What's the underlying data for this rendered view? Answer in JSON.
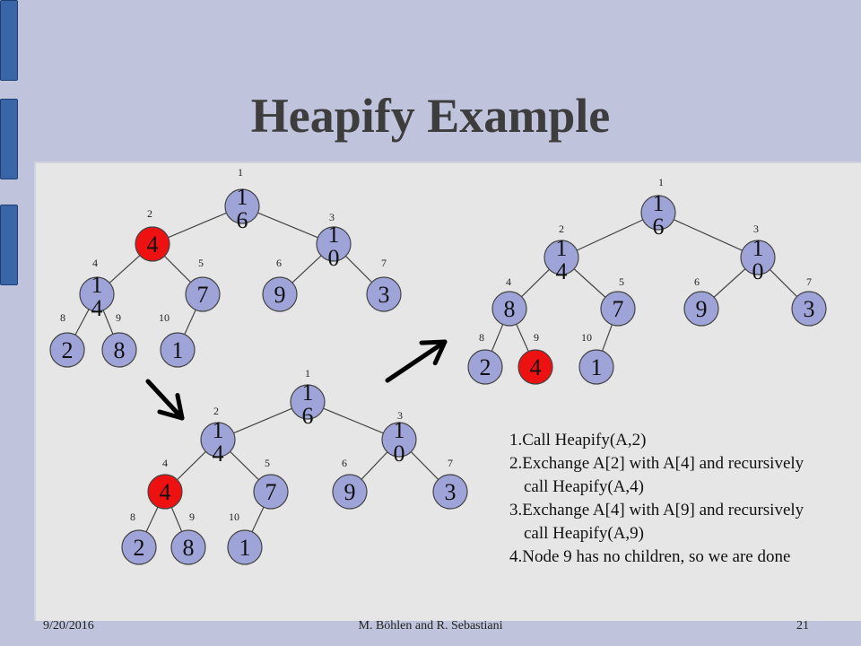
{
  "slide": {
    "title": "Heapify Example",
    "date": "9/20/2016",
    "authors": "M. Böhlen and R. Sebastiani",
    "page_number": "21",
    "colors": {
      "background": "#bfc3dc",
      "panel": "#e6e6e6",
      "node": "#9fa4d8",
      "highlight": "#ee1111",
      "title": "#3d3d3d"
    }
  },
  "steps": [
    "1.Call Heapify(A,2)",
    "2.Exchange A[2] with A[4] and recursively call Heapify(A,4)",
    "3.Exchange A[4] with A[9] and recursively call Heapify(A,9)",
    "4.Node 9 has no children, so we are done"
  ],
  "trees": [
    {
      "name": "initial",
      "nodes": [
        {
          "index": "1",
          "value": "16",
          "highlight": false
        },
        {
          "index": "2",
          "value": "4",
          "highlight": true
        },
        {
          "index": "3",
          "value": "10",
          "highlight": false
        },
        {
          "index": "4",
          "value": "14",
          "highlight": false
        },
        {
          "index": "5",
          "value": "7",
          "highlight": false
        },
        {
          "index": "6",
          "value": "9",
          "highlight": false
        },
        {
          "index": "7",
          "value": "3",
          "highlight": false
        },
        {
          "index": "8",
          "value": "2",
          "highlight": false
        },
        {
          "index": "9",
          "value": "8",
          "highlight": false
        },
        {
          "index": "10",
          "value": "1",
          "highlight": false
        }
      ]
    },
    {
      "name": "after-step-2",
      "nodes": [
        {
          "index": "1",
          "value": "16",
          "highlight": false
        },
        {
          "index": "2",
          "value": "14",
          "highlight": false
        },
        {
          "index": "3",
          "value": "10",
          "highlight": false
        },
        {
          "index": "4",
          "value": "4",
          "highlight": true
        },
        {
          "index": "5",
          "value": "7",
          "highlight": false
        },
        {
          "index": "6",
          "value": "9",
          "highlight": false
        },
        {
          "index": "7",
          "value": "3",
          "highlight": false
        },
        {
          "index": "8",
          "value": "2",
          "highlight": false
        },
        {
          "index": "9",
          "value": "8",
          "highlight": false
        },
        {
          "index": "10",
          "value": "1",
          "highlight": false
        }
      ]
    },
    {
      "name": "after-step-3",
      "nodes": [
        {
          "index": "1",
          "value": "16",
          "highlight": false
        },
        {
          "index": "2",
          "value": "14",
          "highlight": false
        },
        {
          "index": "3",
          "value": "10",
          "highlight": false
        },
        {
          "index": "4",
          "value": "8",
          "highlight": false
        },
        {
          "index": "5",
          "value": "7",
          "highlight": false
        },
        {
          "index": "6",
          "value": "9",
          "highlight": false
        },
        {
          "index": "7",
          "value": "3",
          "highlight": false
        },
        {
          "index": "8",
          "value": "2",
          "highlight": false
        },
        {
          "index": "9",
          "value": "4",
          "highlight": true
        },
        {
          "index": "10",
          "value": "1",
          "highlight": false
        }
      ]
    }
  ],
  "arrows": [
    {
      "name": "arrow-to-tree-2",
      "icon": "arrow-down-right-icon"
    },
    {
      "name": "arrow-to-tree-3",
      "icon": "arrow-up-right-icon"
    }
  ]
}
